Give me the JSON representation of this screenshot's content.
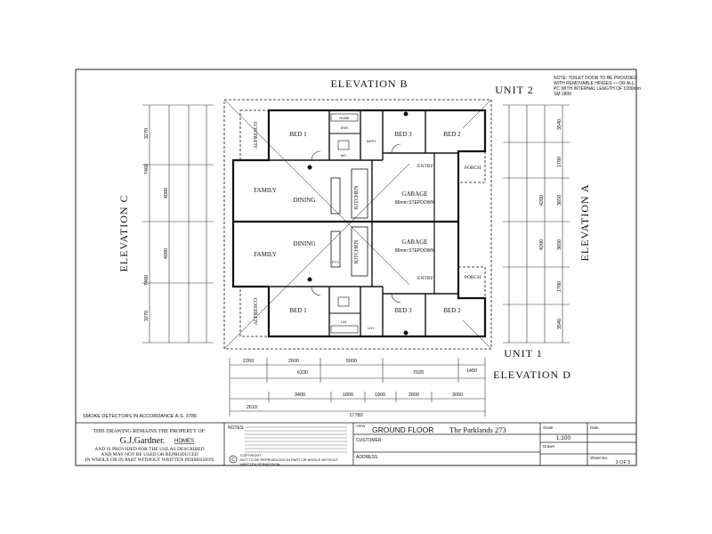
{
  "elevations": {
    "a": "ELEVATION A",
    "b": "ELEVATION B",
    "c": "ELEVATION C",
    "d": "ELEVATION D"
  },
  "units": {
    "unit1": "UNIT 1",
    "unit2": "UNIT 2"
  },
  "note": {
    "line1": "NOTE: TOILET DOOR TO BE PROVIDED",
    "line2": "WITH REMOVABLE HINGES — OR ALL",
    "line3": "PC WITH INTERNAL LENGTH OF 1000mm",
    "line4": "SM 1800"
  },
  "rooms": {
    "bed1": "BED 1",
    "bed2": "BED 2",
    "bed3": "BED 3",
    "alfresco": "ALFRESCO",
    "family": "FAMILY",
    "dining": "DINING",
    "kitchen": "KITCHEN",
    "garage": "GARAGE",
    "stepdown": "86mm STEPDOWN",
    "entry": "ENTRY",
    "porch": "PORCH",
    "robe": "ROBE",
    "ens": "ENS",
    "wc": "WC",
    "bath": "BATH",
    "ldy": "LDY",
    "lin": "LIN",
    "pty": "PTY"
  },
  "dimensions": {
    "left_top": [
      "3270",
      "7460",
      "4080"
    ],
    "left_bottom": [
      "7460",
      "3270",
      "4080"
    ],
    "right_top": [
      "3540",
      "1780",
      "4200",
      "3650"
    ],
    "right_bottom": [
      "3650",
      "4200",
      "1780",
      "3540"
    ],
    "bottom_row1": [
      "2260",
      "2600",
      "5000",
      "1450"
    ],
    "bottom_row2": [
      "6330",
      "7020"
    ],
    "bottom_row3": [
      "3400",
      "1800",
      "1900",
      "2800",
      "3050"
    ],
    "bottom_total": "17780",
    "bottom_left": "2610"
  },
  "smoke_note": "SMOKE DETECTORS IN ACCORDANCE A.S. 3786",
  "title_block": {
    "ownership_line1": "THIS DRAWING REMAINS THE PROPERTY OF:",
    "company": "G.J.Gardner.",
    "company_suffix": "HOMES",
    "ownership_line2": "AND IS PROVIDED FOR THE USE AS DESCRIBED",
    "ownership_line3": "AND MAY NOT BE USED OR REPRODUCED",
    "ownership_line4": "IN WHOLE OR IN PART WITHOUT WRITTEN PERMISSION",
    "notes_label": "NOTES:",
    "copyright_line1": "COPYRIGHT",
    "copyright_line2": "NOT TO BE REPRODUCED IN PART OR WHOLE WITHOUT",
    "copyright_line3": "WRITTEN PERMISSION",
    "view_label": "VIEW",
    "view_value": "GROUND FLOOR",
    "design_name": "The Parklands 273",
    "customer_label": "CUSTOMER",
    "address_label": "ADDRESS",
    "scale_label": "Scale",
    "scale_value": "1:100",
    "date_label": "Date",
    "drawn_label": "Drawn",
    "sheet_label": "Sheet No.",
    "sheet_value": "3 OF 5"
  }
}
